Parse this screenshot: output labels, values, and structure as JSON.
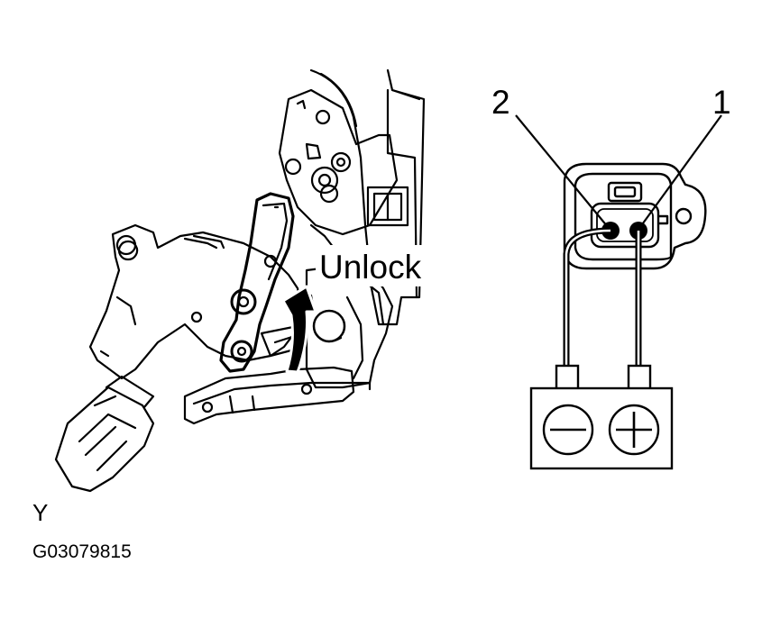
{
  "labels": {
    "action": "Unlock",
    "pin_2": "2",
    "pin_1": "1",
    "view": "Y",
    "figure_code": "G03079815"
  },
  "battery": {
    "negative_symbol": "minus-symbol",
    "positive_symbol": "plus-symbol"
  },
  "colors": {
    "ink": "#000000",
    "background": "#ffffff"
  }
}
